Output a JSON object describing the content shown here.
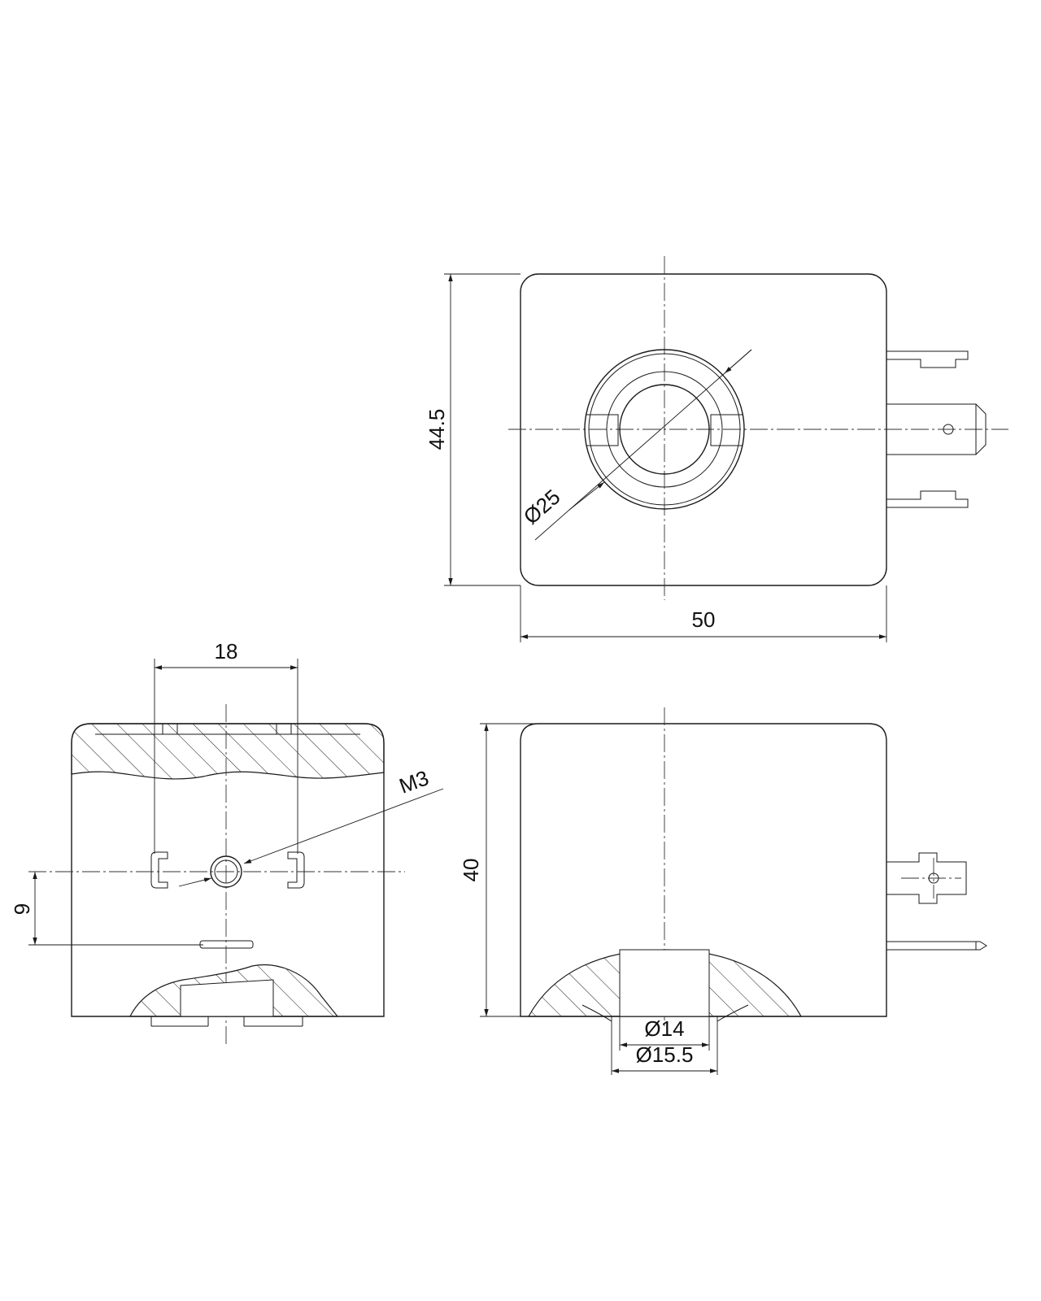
{
  "dimensions": {
    "top_height": "44.5",
    "top_width": "50",
    "coil_diameter": "Ø25",
    "pin_spacing": "18",
    "thread": "M3",
    "offset": "9",
    "front_height": "40",
    "bore_inner": "Ø14",
    "bore_outer": "Ø15.5"
  },
  "colors": {
    "line": "#1a1a1a",
    "background": "#ffffff"
  }
}
